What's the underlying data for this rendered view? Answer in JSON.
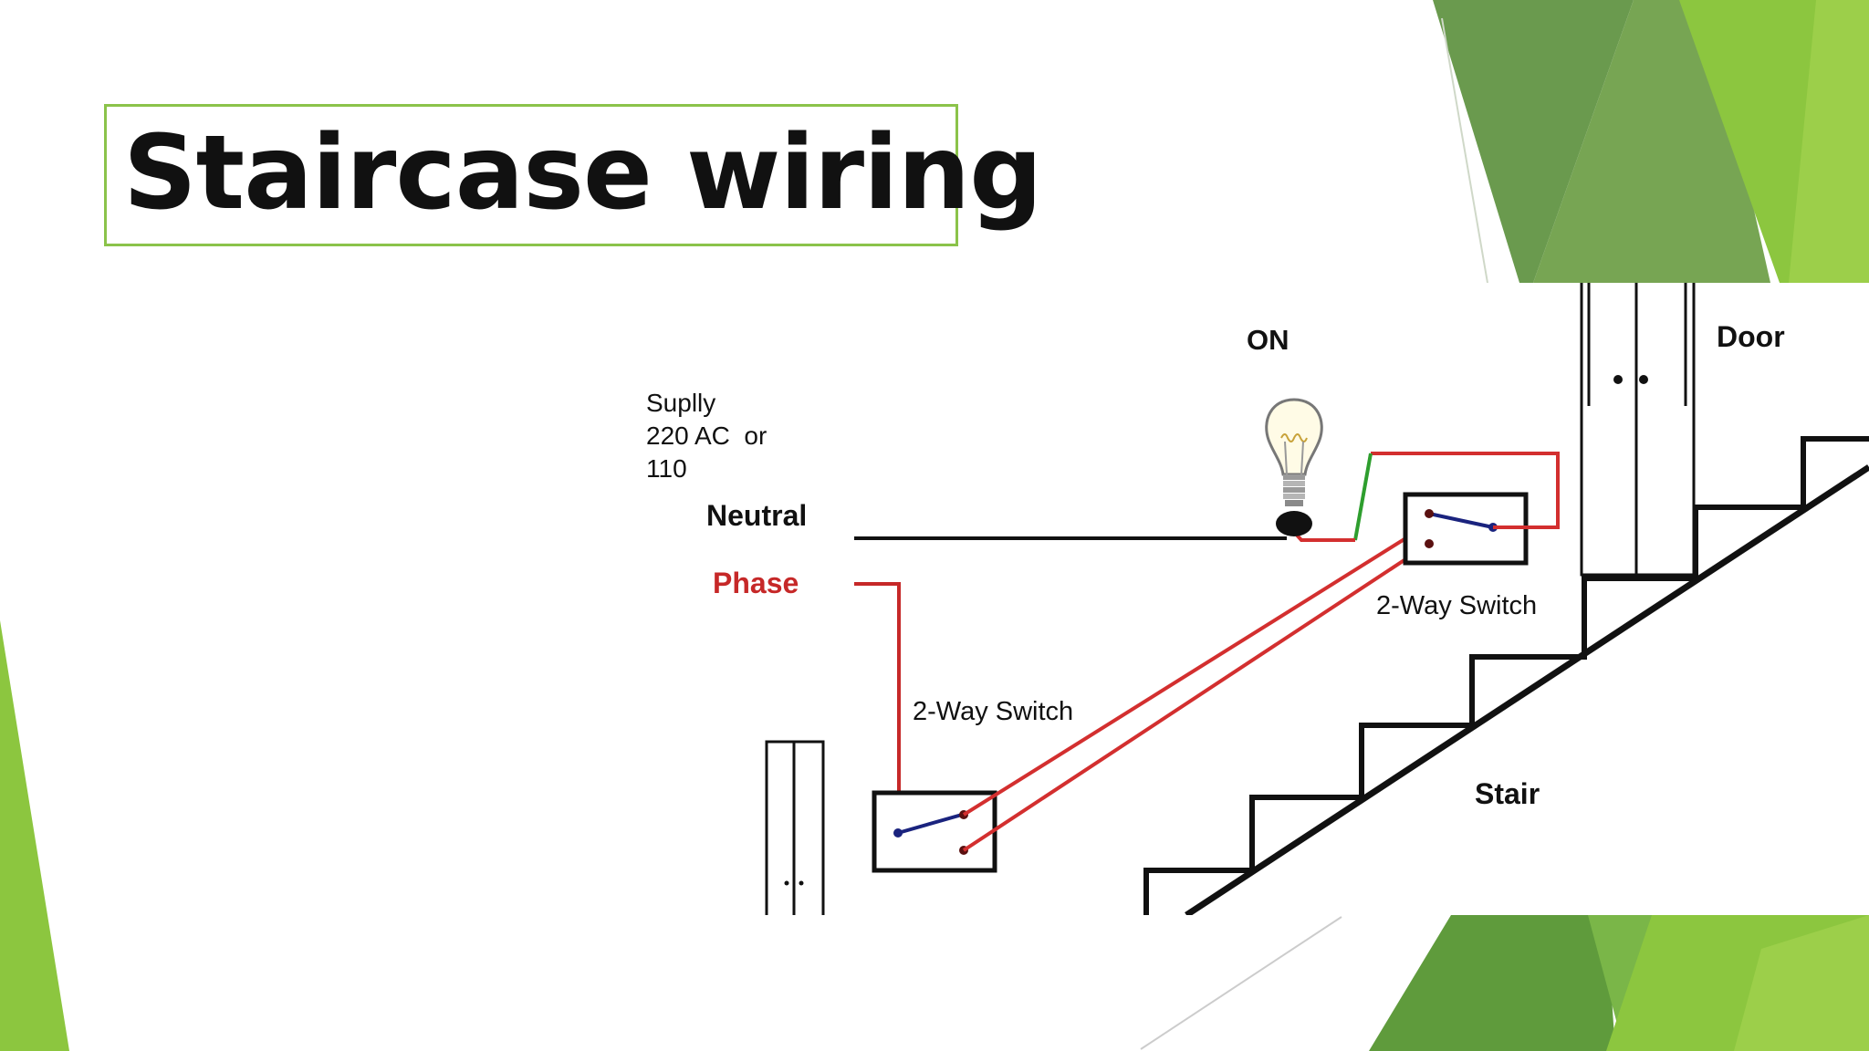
{
  "slide": {
    "title": "Staircase wiring"
  },
  "diagram": {
    "labels": {
      "on": "ON",
      "supply_line1": "Suplly",
      "supply_line2": "220 AC  or",
      "supply_line3": "110",
      "neutral": "Neutral",
      "phase": "Phase",
      "switch_bottom": "2-Way Switch",
      "switch_top": "2-Way Switch",
      "door": "Door",
      "stair": "Stair"
    }
  },
  "colors": {
    "accent_green": "#8bc34a",
    "dark_green": "#4a9a3a",
    "phase_red": "#c62828",
    "wire_red": "#d32f2f",
    "switch_blue": "#1a237e",
    "wire_green": "#2e9e2e"
  }
}
